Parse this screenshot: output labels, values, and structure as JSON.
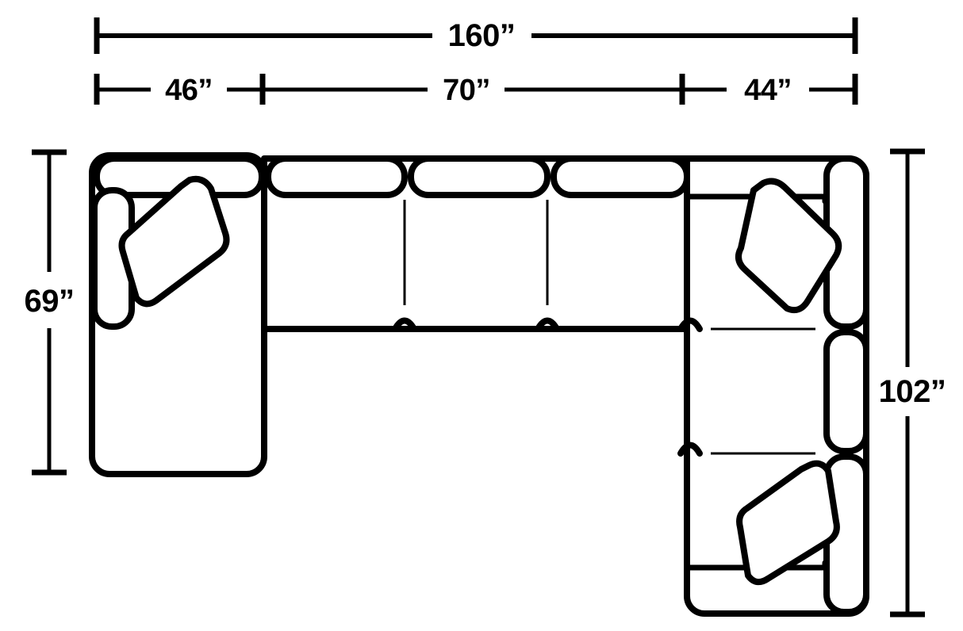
{
  "diagram": {
    "title": "Sectional sofa floor plan with dimensions",
    "units": "inches",
    "stroke_color": "#000000",
    "fill_color": "#ffffff",
    "background": "#ffffff"
  },
  "dimensions": {
    "overall_width": {
      "label": "160”",
      "value": 160,
      "orientation": "horizontal",
      "position": "top"
    },
    "segment_left": {
      "label": "46”",
      "value": 46,
      "orientation": "horizontal",
      "position": "top-secondary"
    },
    "segment_middle": {
      "label": "70”",
      "value": 70,
      "orientation": "horizontal",
      "position": "top-secondary"
    },
    "segment_right": {
      "label": "44”",
      "value": 44,
      "orientation": "horizontal",
      "position": "top-secondary"
    },
    "left_depth": {
      "label": "69”",
      "value": 69,
      "orientation": "vertical",
      "position": "left"
    },
    "right_depth": {
      "label": "102”",
      "value": 102,
      "orientation": "vertical",
      "position": "right"
    }
  },
  "components": {
    "left_chaise": "left-chaise-section",
    "middle_sofa": "three-seat-sofa-section",
    "right_corner": "right-corner-section",
    "right_middle_seat": "right-middle-seat-section",
    "right_bottom_corner": "right-bottom-corner-section",
    "pillows": 3,
    "seat_cushions_middle": 3
  }
}
